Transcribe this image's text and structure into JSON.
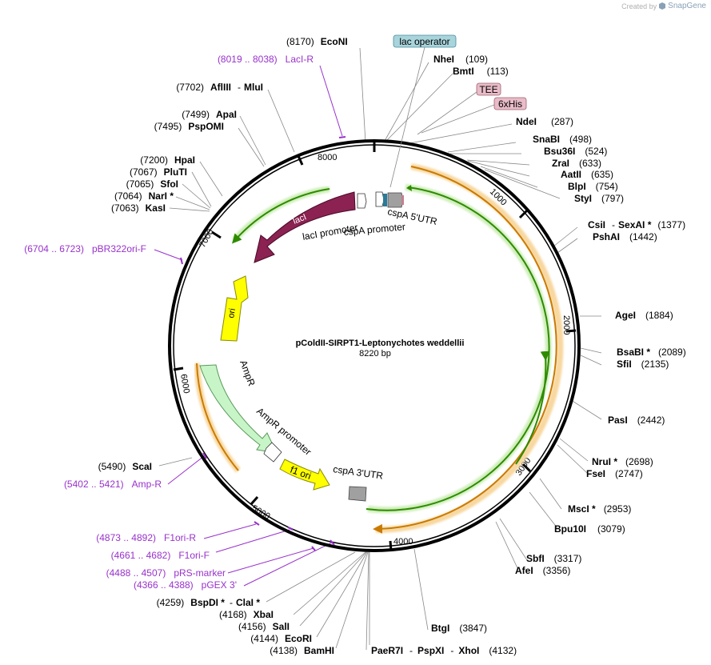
{
  "brand": {
    "prefix": "Created by",
    "name": "SnapGene"
  },
  "plasmid": {
    "name": "pColdII-SIRPT1-Leptonychotes weddellii",
    "size_label": "8220 bp"
  },
  "ticks": [
    "1000",
    "2000",
    "3000",
    "4000",
    "5000",
    "6000",
    "7000",
    "8000"
  ],
  "features": {
    "lac_operator": "lac operator",
    "tee": "TEE",
    "his": "6xHis",
    "laci": "lacI",
    "laci_promoter": "lacI promoter",
    "cspa_promoter": "cspA promoter",
    "cspa_5utr": "cspA 5'UTR",
    "cspa_3utr": "cspA 3'UTR",
    "ori": "ori",
    "ampr": "AmpR",
    "ampr_promoter": "AmpR promoter",
    "f1_ori": "f1 ori"
  },
  "sites": {
    "econi": {
      "name": "EcoNI",
      "pos": "(8170)"
    },
    "nhei": {
      "name": "NheI",
      "pos": "(109)"
    },
    "bmti": {
      "name": "BmtI",
      "pos": "(113)"
    },
    "ndei": {
      "name": "NdeI",
      "pos": "(287)"
    },
    "snabi": {
      "name": "SnaBI",
      "pos": "(498)"
    },
    "bsu36i": {
      "name": "Bsu36I",
      "pos": "(524)"
    },
    "zrai": {
      "name": "ZraI",
      "pos": "(633)"
    },
    "aatii": {
      "name": "AatII",
      "pos": "(635)"
    },
    "blpi": {
      "name": "BlpI",
      "pos": "(754)"
    },
    "styi": {
      "name": "StyI",
      "pos": "(797)"
    },
    "csii": {
      "name": "CsiI",
      "name2": "SexAI *",
      "pos": "(1377)"
    },
    "pshai": {
      "name": "PshAI",
      "pos": "(1442)"
    },
    "agei": {
      "name": "AgeI",
      "pos": "(1884)"
    },
    "bsabi": {
      "name": "BsaBI *",
      "pos": "(2089)"
    },
    "sfii": {
      "name": "SfiI",
      "pos": "(2135)"
    },
    "pasi": {
      "name": "PasI",
      "pos": "(2442)"
    },
    "nrui": {
      "name": "NruI *",
      "pos": "(2698)"
    },
    "fsei": {
      "name": "FseI",
      "pos": "(2747)"
    },
    "msci": {
      "name": "MscI *",
      "pos": "(2953)"
    },
    "bpu10i": {
      "name": "Bpu10I",
      "pos": "(3079)"
    },
    "sbfi": {
      "name": "SbfI",
      "pos": "(3317)"
    },
    "afei": {
      "name": "AfeI",
      "pos": "(3356)"
    },
    "btgi": {
      "name": "BtgI",
      "pos": "(3847)"
    },
    "paer7i": {
      "name": "PaeR7I",
      "name2": "PspXI",
      "name3": "XhoI",
      "pos": "(4132)"
    },
    "bamhi": {
      "name": "BamHI",
      "pos": "(4138)"
    },
    "ecori": {
      "name": "EcoRI",
      "pos": "(4144)"
    },
    "sali": {
      "name": "SalI",
      "pos": "(4156)"
    },
    "xbai": {
      "name": "XbaI",
      "pos": "(4168)"
    },
    "bspdi": {
      "name": "BspDI *",
      "name2": "ClaI *",
      "pos": "(4259)"
    },
    "scai": {
      "name": "ScaI",
      "pos": "(5490)"
    },
    "kasi": {
      "name": "KasI",
      "pos": "(7063)"
    },
    "nari": {
      "name": "NarI *",
      "pos": "(7064)"
    },
    "sfoi": {
      "name": "SfoI",
      "pos": "(7065)"
    },
    "pluti": {
      "name": "PluTI",
      "pos": "(7067)"
    },
    "hpai": {
      "name": "HpaI",
      "pos": "(7200)"
    },
    "pspomi": {
      "name": "PspOMI",
      "pos": "(7495)"
    },
    "apai": {
      "name": "ApaI",
      "pos": "(7499)"
    },
    "afliii": {
      "name": "AflIII",
      "name2": "MluI",
      "pos": "(7702)"
    }
  },
  "primers": {
    "laci_r": {
      "range": "(8019 .. 8038)",
      "name": "LacI-R"
    },
    "pbr322ori_f": {
      "range": "(6704 .. 6723)",
      "name": "pBR322ori-F"
    },
    "amp_r": {
      "range": "(5402 .. 5421)",
      "name": "Amp-R"
    },
    "f1ori_r": {
      "range": "(4873 .. 4892)",
      "name": "F1ori-R"
    },
    "f1ori_f": {
      "range": "(4661 .. 4682)",
      "name": "F1ori-F"
    },
    "prs_marker": {
      "range": "(4488 .. 4507)",
      "name": "pRS-marker"
    },
    "pgex3": {
      "range": "(4366 .. 4388)",
      "name": "pGEX 3'"
    }
  },
  "colors": {
    "backbone": "#000000",
    "laci": "#8b2252",
    "ori": "#ffff00",
    "ampr": "#c8f5c8",
    "f1_ori": "#ffff00",
    "green_arc": "#2e8b00",
    "orange_arc": "#c97a00",
    "primer": "#9932cc",
    "site_line": "#888888",
    "lac_operator_fill": "#a8d4dc",
    "tag_fill": "#e8bcc8"
  }
}
